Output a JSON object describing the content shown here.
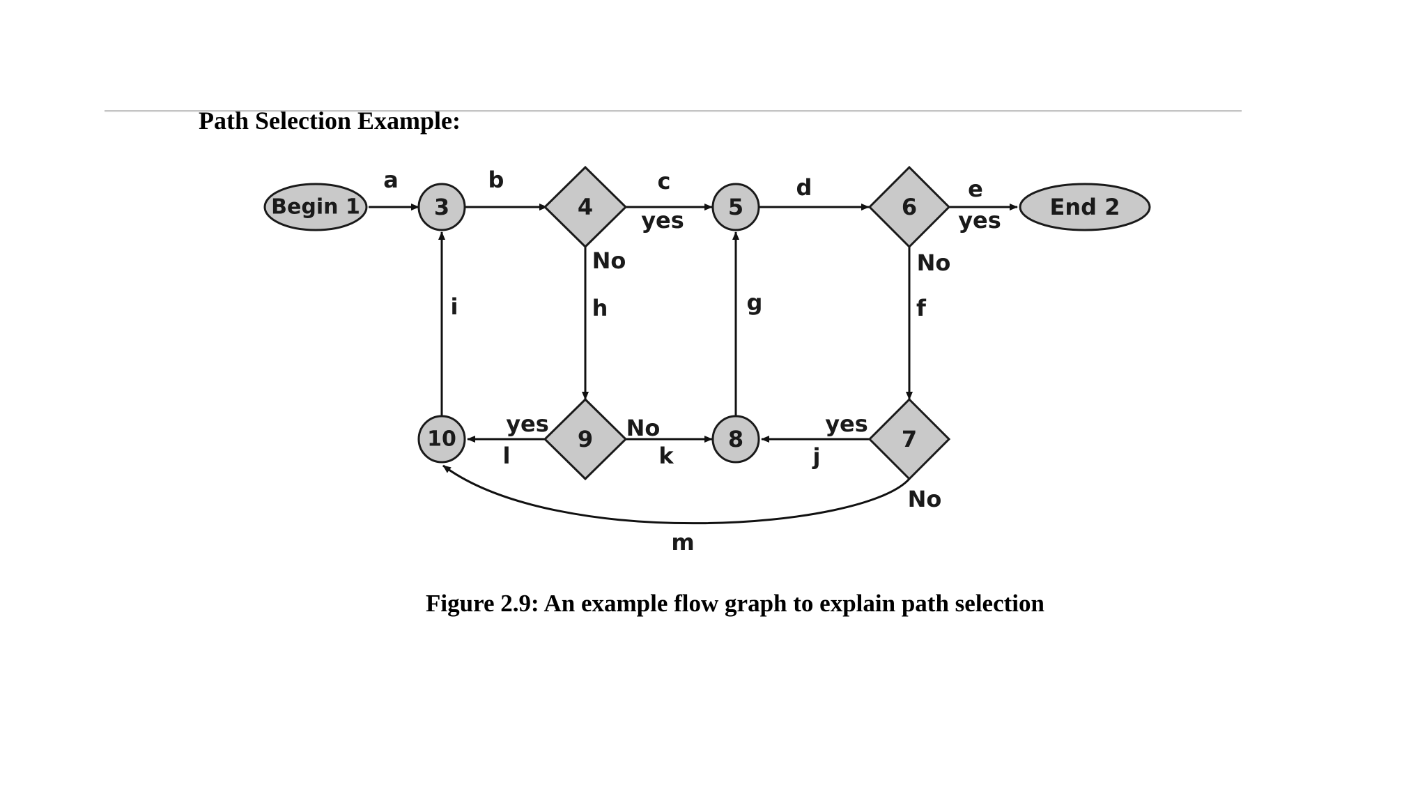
{
  "heading": "Path Selection Example:",
  "caption": "Figure 2.9: An example flow graph to explain path selection",
  "nodes": {
    "begin": "Begin 1",
    "end": "End 2",
    "n3": "3",
    "n4": "4",
    "n5": "5",
    "n6": "6",
    "n7": "7",
    "n8": "8",
    "n9": "9",
    "n10": "10"
  },
  "edges": {
    "a": "a",
    "b": "b",
    "c": "c",
    "d": "d",
    "e": "e",
    "f": "f",
    "g": "g",
    "h": "h",
    "i": "i",
    "j": "j",
    "k": "k",
    "l": "l",
    "m": "m"
  },
  "branches": {
    "n4_yes": "yes",
    "n4_no": "No",
    "n6_yes": "yes",
    "n6_no": "No",
    "n7_yes": "yes",
    "n7_no": "No",
    "n9_yes": "yes",
    "n9_no": "No"
  },
  "colors": {
    "node_fill": "#c9c9c9",
    "stroke": "#111111"
  }
}
